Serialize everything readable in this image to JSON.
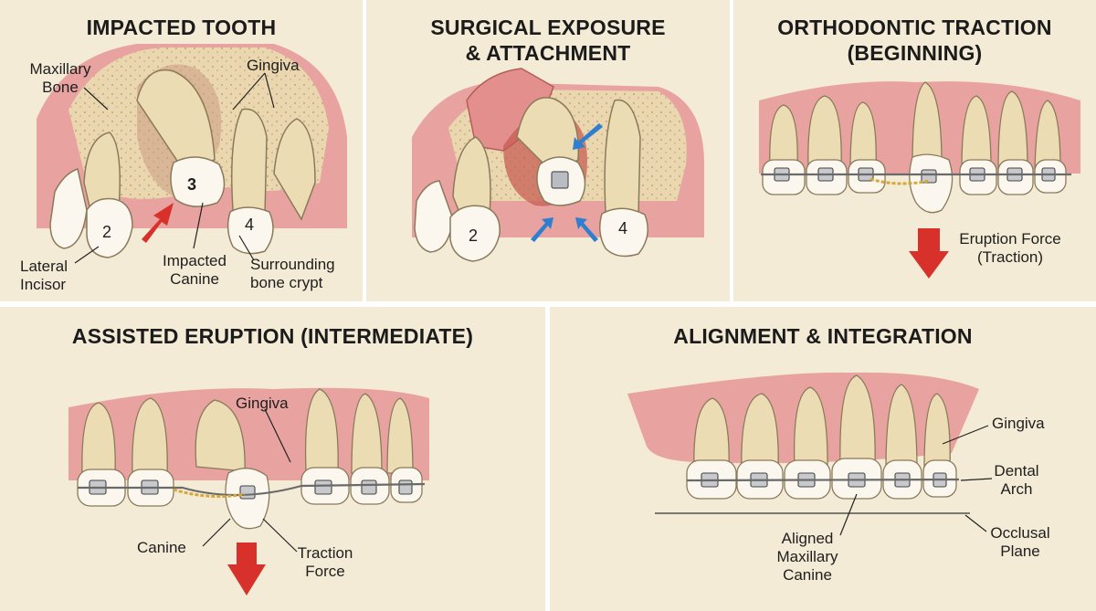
{
  "panels": [
    {
      "title": [
        "IMPACTED TOOTH"
      ],
      "labels": {
        "maxillary_bone": [
          "Maxillary",
          "Bone"
        ],
        "gingiva": "Gingiva",
        "lateral_incisor": [
          "Lateral",
          "Incisor"
        ],
        "impacted_canine": [
          "Impacted",
          "Canine"
        ],
        "bone_crypt": [
          "Surrounding",
          "bone crypt"
        ]
      },
      "numbers": [
        "2",
        "3",
        "4"
      ]
    },
    {
      "title": [
        "SURGICAL EXPOSURE",
        "& ATTACHMENT"
      ],
      "numbers": [
        "2",
        "4"
      ]
    },
    {
      "title": [
        "ORTHODONTIC TRACTION",
        "(BEGINNING)"
      ],
      "labels": {
        "eruption_force": [
          "Eruption Force",
          "(Traction)"
        ]
      }
    },
    {
      "title": [
        "ASSISTED ERUPTION (INTERMEDIATE)"
      ],
      "labels": {
        "gingiva": "Gingiva",
        "canine": "Canine",
        "traction_force": [
          "Traction",
          "Force"
        ]
      }
    },
    {
      "title": [
        "ALIGNMENT & INTEGRATION"
      ],
      "labels": {
        "gingiva": "Gingiva",
        "dental_arch": [
          "Dental",
          "Arch"
        ],
        "occlusal_plane": [
          "Occlusal",
          "Plane"
        ],
        "aligned_canine": [
          "Aligned",
          "Maxillary",
          "Canine"
        ]
      }
    }
  ],
  "colors": {
    "panel_bg": "#f4ebd6",
    "gum": "#e8a3a0",
    "bone": "#ead7b0",
    "tooth": "#fbf7ee",
    "root": "#ecdcb4",
    "red_arrow": "#d8312b",
    "blue_arrow": "#2f7fd1",
    "chain": "#d6a83a"
  }
}
